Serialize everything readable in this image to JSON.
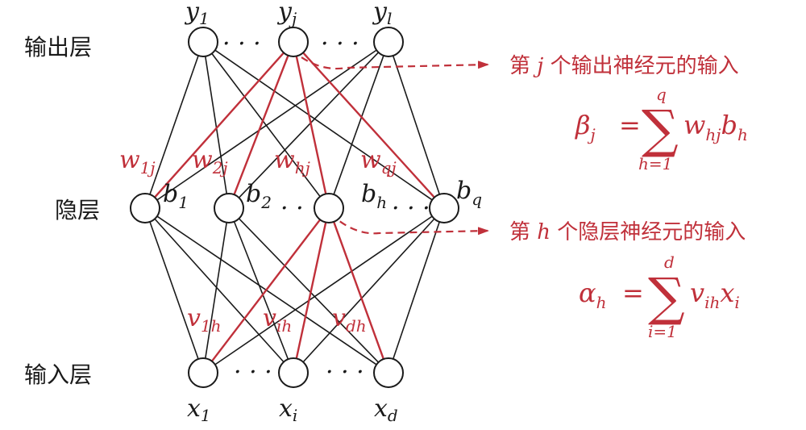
{
  "colors": {
    "ink": "#1a1a1a",
    "accent": "#c0303a"
  },
  "layers": {
    "output": "输出层",
    "hidden": "隐层",
    "input": "输入层"
  },
  "nodes": {
    "output": [
      {
        "base": "y",
        "sub": "1"
      },
      {
        "base": "y",
        "sub": "j"
      },
      {
        "base": "y",
        "sub": "l"
      }
    ],
    "hidden": [
      {
        "base": "b",
        "sub": "1"
      },
      {
        "base": "b",
        "sub": "2"
      },
      {
        "base": "b",
        "sub": "h"
      },
      {
        "base": "b",
        "sub": "q"
      }
    ],
    "input": [
      {
        "base": "x",
        "sub": "1"
      },
      {
        "base": "x",
        "sub": "i"
      },
      {
        "base": "x",
        "sub": "d"
      }
    ],
    "ellipsis": "· · ·"
  },
  "weights_hidden_output": [
    {
      "base": "w",
      "sub": "1j"
    },
    {
      "base": "w",
      "sub": "2j"
    },
    {
      "base": "w",
      "sub": "hj"
    },
    {
      "base": "w",
      "sub": "qj"
    }
  ],
  "weights_input_hidden": [
    {
      "base": "v",
      "sub": "1h"
    },
    {
      "base": "v",
      "sub": "ih"
    },
    {
      "base": "v",
      "sub": "dh"
    }
  ],
  "annotations": {
    "output_input": {
      "pre": "第 ",
      "var": "j",
      "post": " 个输出神经元的输入"
    },
    "hidden_input": {
      "pre": "第 ",
      "var": "h",
      "post": " 个隐层神经元的输入"
    }
  },
  "formulas": {
    "beta": {
      "lhs_base": "β",
      "lhs_sub": "j",
      "eq": "=",
      "sigma": "∑",
      "upper": "q",
      "lower": "h=1",
      "t1_base": "w",
      "t1_sub": "hj",
      "t2_base": "b",
      "t2_sub": "h"
    },
    "alpha": {
      "lhs_base": "α",
      "lhs_sub": "h",
      "eq": "=",
      "sigma": "∑",
      "upper": "d",
      "lower": "i=1",
      "t1_base": "v",
      "t1_sub": "ih",
      "t2_base": "x",
      "t2_sub": "i"
    }
  }
}
